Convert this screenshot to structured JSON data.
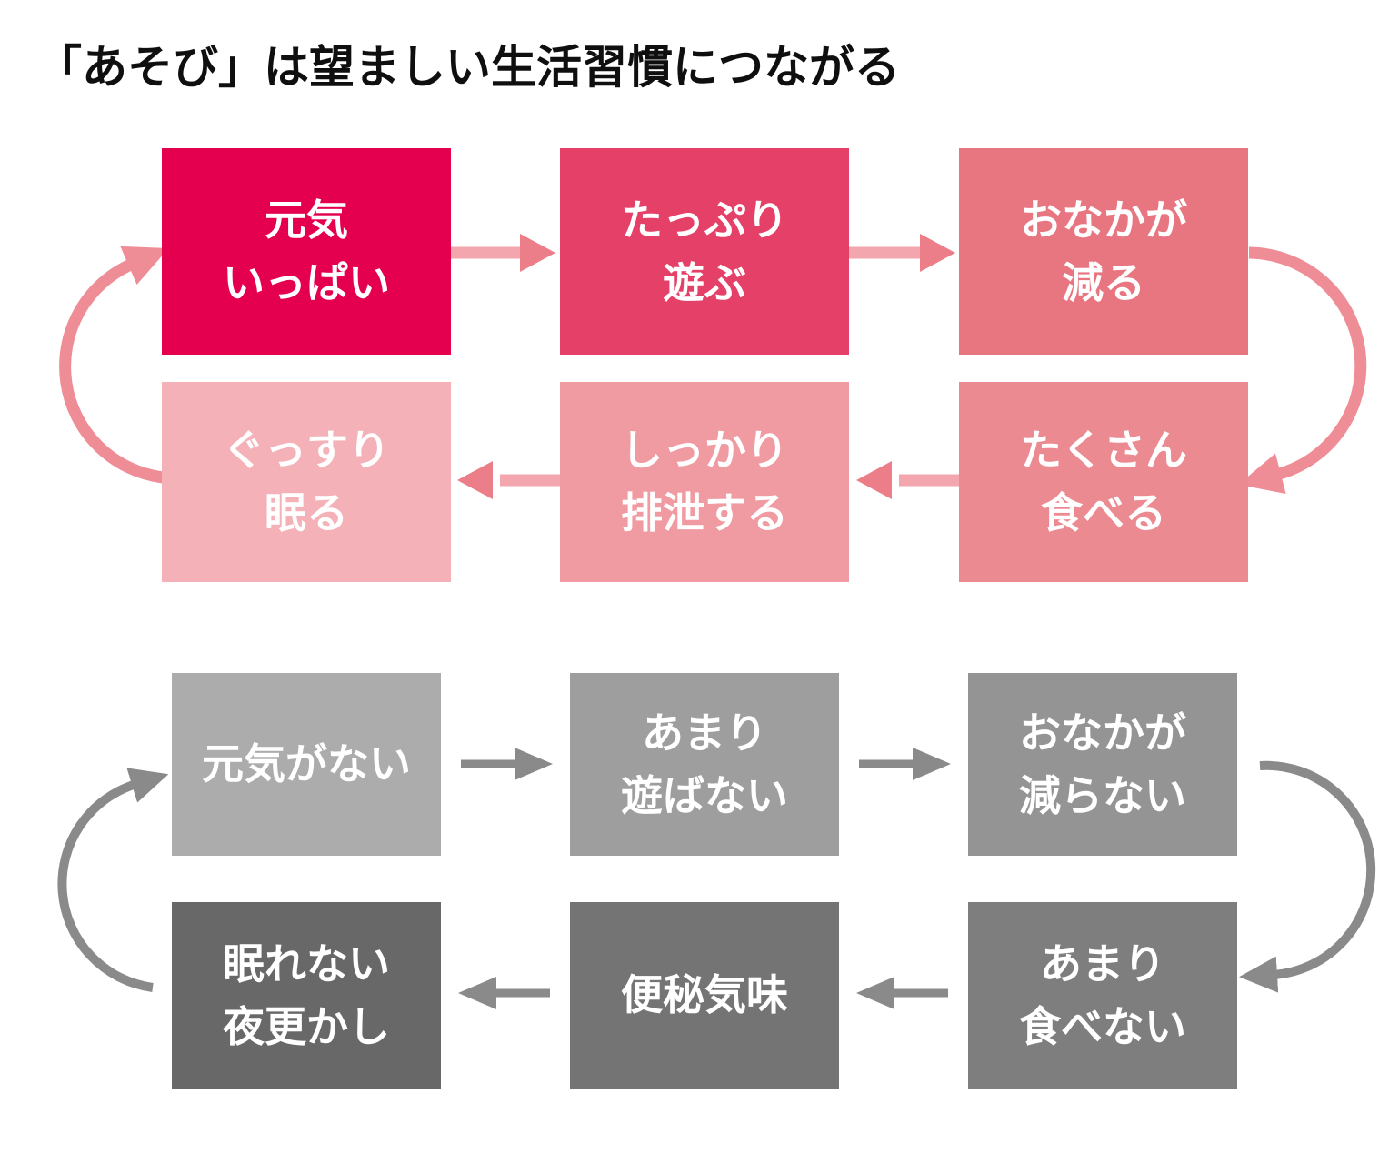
{
  "title": "「あそび」は望ましい生活習慣につながる",
  "colors": {
    "background": "#ffffff",
    "title_text": "#0f0f0f",
    "box_text": "#ffffff",
    "pink_arrow_shaft": "#f3a6ad",
    "pink_arrow_head": "#ec7e8a",
    "pink_curve": "#ef8d97",
    "gray_arrow": "#8a8a8a"
  },
  "cycles": {
    "positive": {
      "nodes": [
        {
          "label": "元気\nいっぱい",
          "color": "#e4004f"
        },
        {
          "label": "たっぷり\n遊ぶ",
          "color": "#e54168"
        },
        {
          "label": "おなかが\n減る",
          "color": "#e77680"
        },
        {
          "label": "たくさん\n食べる",
          "color": "#ec8a92"
        },
        {
          "label": "しっかり\n排泄する",
          "color": "#f09aa1"
        },
        {
          "label": "ぐっすり\n眠る",
          "color": "#f4b2b8"
        }
      ]
    },
    "negative": {
      "nodes": [
        {
          "label": "元気がない",
          "color": "#acacac"
        },
        {
          "label": "あまり\n遊ばない",
          "color": "#9e9e9e"
        },
        {
          "label": "おなかが\n減らない",
          "color": "#949494"
        },
        {
          "label": "あまり\n食べない",
          "color": "#7e7e7e"
        },
        {
          "label": "便秘気味",
          "color": "#747474"
        },
        {
          "label": "眠れない\n夜更かし",
          "color": "#686868"
        }
      ]
    }
  }
}
